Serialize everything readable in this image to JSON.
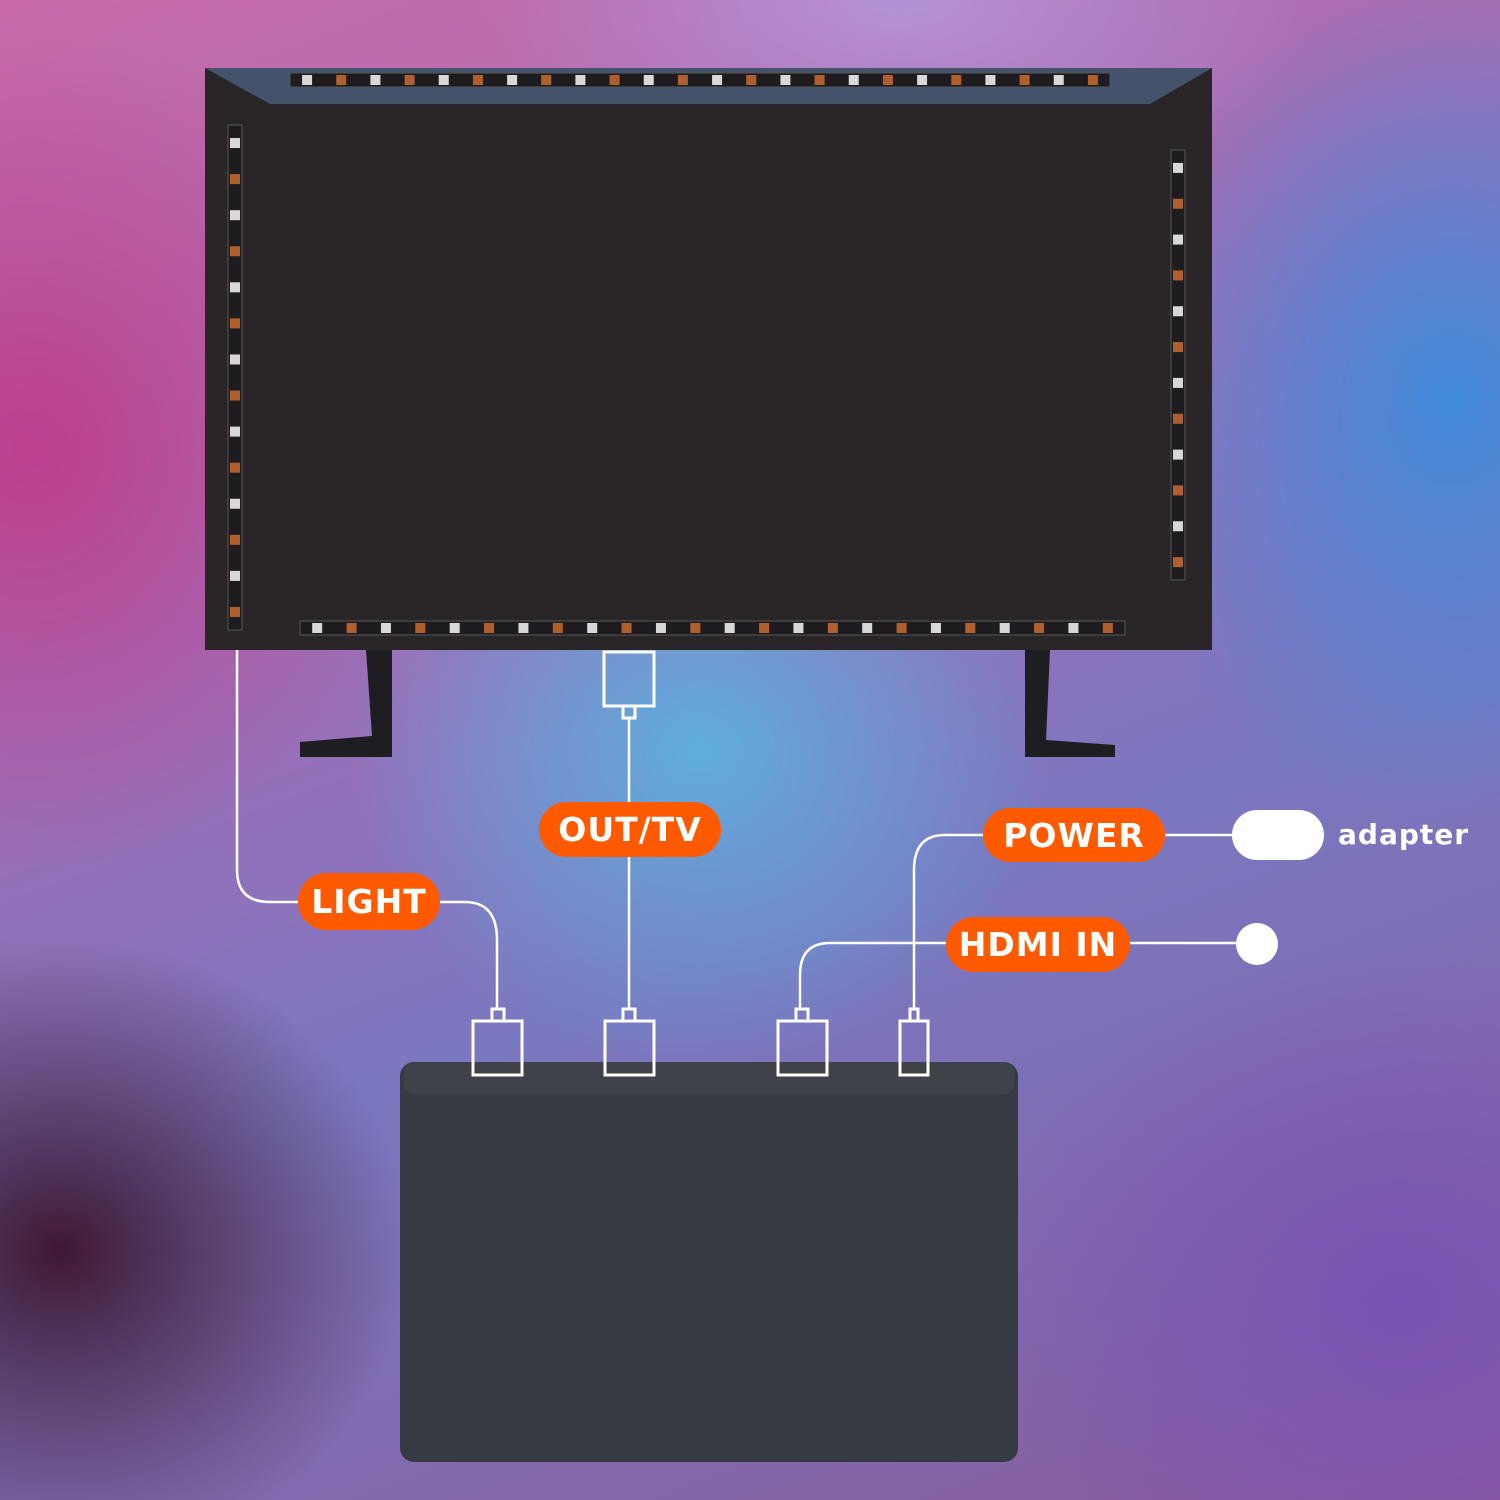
{
  "labels": {
    "light": "LIGHT",
    "out_tv": "OUT/TV",
    "power": "POWER",
    "hdmi_in": "HDMI IN",
    "adapter": "adapter"
  },
  "colors": {
    "accent": "#ff5a00",
    "tv": "#2a2628",
    "box": "#3a3f47",
    "line": "#ffffff"
  }
}
